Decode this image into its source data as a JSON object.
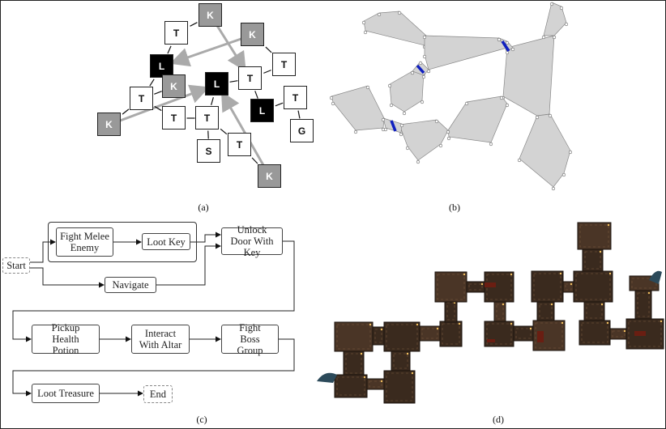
{
  "panel_labels": {
    "a": "(a)",
    "b": "(b)",
    "c": "(c)",
    "d": "(d)"
  },
  "graph_a": {
    "nodes": [
      "K",
      "T",
      "K",
      "T",
      "L",
      "K",
      "L",
      "T",
      "T",
      "T",
      "L",
      "K",
      "T",
      "T",
      "G",
      "S",
      "T",
      "K"
    ],
    "legend_colors": {
      "key": "#999999",
      "lock": "#000000",
      "tile": "#ffffff"
    }
  },
  "flow_c": {
    "start": "Start",
    "fight_melee": "Fight Melee Enemy",
    "loot_key": "Loot Key",
    "unlock_door": "Unlock Door With Key",
    "navigate": "Navigate",
    "pickup_potion": "Pickup Health Potion",
    "interact_altar": "Interact With Altar",
    "fight_boss": "Fight Boss Group",
    "loot_treasure": "Loot Treasure",
    "end": "End"
  },
  "colors": {
    "door": "#1020c0",
    "room_fill": "#d3d3d3",
    "dungeon": "#3a2a1e"
  }
}
